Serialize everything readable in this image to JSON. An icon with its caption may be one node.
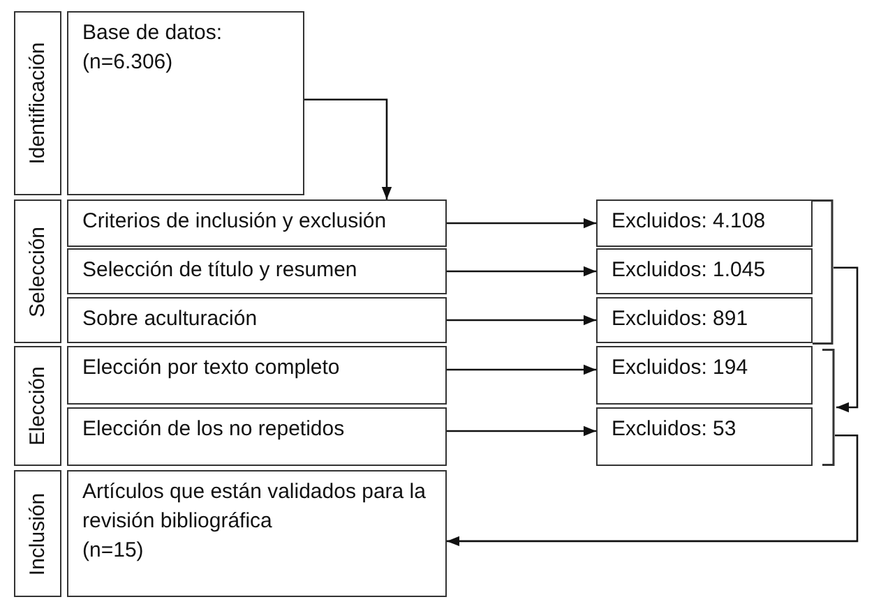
{
  "diagram": {
    "nodes": [
      {
        "text": [
          "Identificación"
        ]
      },
      {
        "text": [
          "Base de datos:",
          "(n=6.306)"
        ]
      },
      {
        "text": [
          "Selección"
        ]
      },
      {
        "text": [
          "Criterios de inclusión y exclusión"
        ]
      },
      {
        "text": [
          "Selección de título y resumen"
        ]
      },
      {
        "text": [
          "Sobre aculturación"
        ]
      },
      {
        "text": [
          "Elección"
        ]
      },
      {
        "text": [
          "Elección por texto completo"
        ]
      },
      {
        "text": [
          "Elección de los no repetidos"
        ]
      },
      {
        "text": [
          "Inclusión"
        ]
      },
      {
        "text": [
          "Artículos que están validados para la revisión bibliográfica",
          "(n=15)"
        ]
      },
      {
        "text": [
          "Excluidos: 4.108"
        ]
      },
      {
        "text": [
          "Excluidos: 1.045"
        ]
      },
      {
        "text": [
          "Excluidos: 891"
        ]
      },
      {
        "text": [
          "Excluidos: 194"
        ]
      },
      {
        "text": [
          "Excluidos: 53"
        ]
      },
      {
        "text": [],
        "shape": "bracket"
      },
      {
        "text": [],
        "shape": "bracket"
      }
    ],
    "edges": [
      {
        "from": 1,
        "to": 3,
        "arrow": "to"
      },
      {
        "from": 3,
        "to": 11,
        "arrow": "to"
      },
      {
        "from": 4,
        "to": 12,
        "arrow": "to"
      },
      {
        "from": 5,
        "to": 13,
        "arrow": "to"
      },
      {
        "from": 7,
        "to": 14,
        "arrow": "to"
      },
      {
        "from": 8,
        "to": 15,
        "arrow": "to"
      },
      {
        "from": 16,
        "to": 17,
        "arrow": "to"
      },
      {
        "from": 17,
        "to": 10,
        "arrow": "to"
      }
    ]
  }
}
